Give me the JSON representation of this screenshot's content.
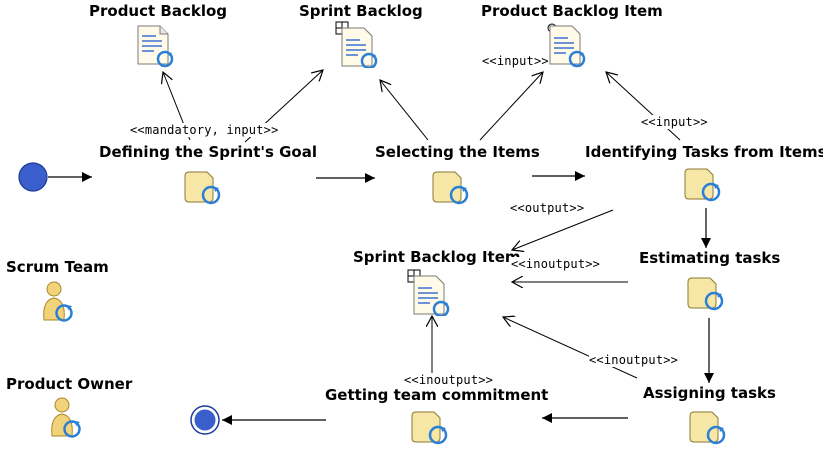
{
  "activities": {
    "defining_goal": "Defining the Sprint's Goal",
    "selecting_items": "Selecting the Items",
    "identifying_tasks": "Identifying Tasks from Items",
    "estimating_tasks": "Estimating tasks",
    "assigning_tasks": "Assigning tasks",
    "getting_commitment": "Getting team commitment"
  },
  "artifacts": {
    "product_backlog": "Product Backlog",
    "sprint_backlog": "Sprint Backlog",
    "product_backlog_item": "Product Backlog Item",
    "sprint_backlog_item": "Sprint Backlog Item"
  },
  "roles": {
    "scrum_team": "Scrum Team",
    "product_owner": "Product Owner"
  },
  "stereotypes": {
    "mandatory_input": "<<mandatory, input>>",
    "input_pbi": "<<input>>",
    "input_identify": "<<input>>",
    "output": "<<output>>",
    "inoutput_estimate": "<<inoutput>>",
    "inoutput_assign": "<<inoutput>>",
    "inoutput_commit": "<<inoutput>>"
  },
  "colors": {
    "start_node": "#3a5fcd",
    "end_node": "#3a5fcd",
    "activity_folder": "#f6e7a6",
    "cycle_arrow": "#2b7fd6",
    "person": "#f2d37a"
  }
}
